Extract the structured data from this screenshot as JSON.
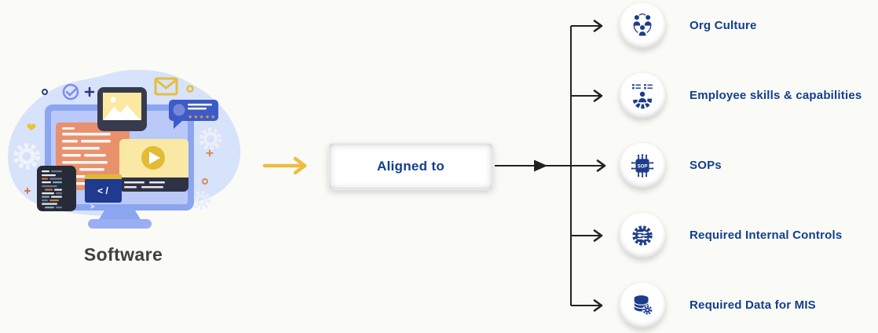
{
  "illustration": {
    "caption": "Software",
    "code_tag": "< /",
    "code_more": ">",
    "stars": "★★★★★"
  },
  "aligned_box": {
    "label": "Aligned to"
  },
  "branches": [
    {
      "label": "Org Culture",
      "icon": "org-culture-icon"
    },
    {
      "label": "Employee skills & capabilities",
      "icon": "employee-skills-icon"
    },
    {
      "label": "SOPs",
      "icon": "sop-chip-icon",
      "icon_text": "SOP"
    },
    {
      "label": "Required Internal Controls",
      "icon": "controls-gear-icon"
    },
    {
      "label": "Required Data for MIS",
      "icon": "data-gear-icon"
    }
  ],
  "colors": {
    "accent_yellow": "#eebc44",
    "navy_text": "#123e8d",
    "icon_navy": "#1e3c8c",
    "connector_line": "#222222",
    "caption_text": "#3f3f41",
    "blob_blue": "#d7e2fb"
  }
}
